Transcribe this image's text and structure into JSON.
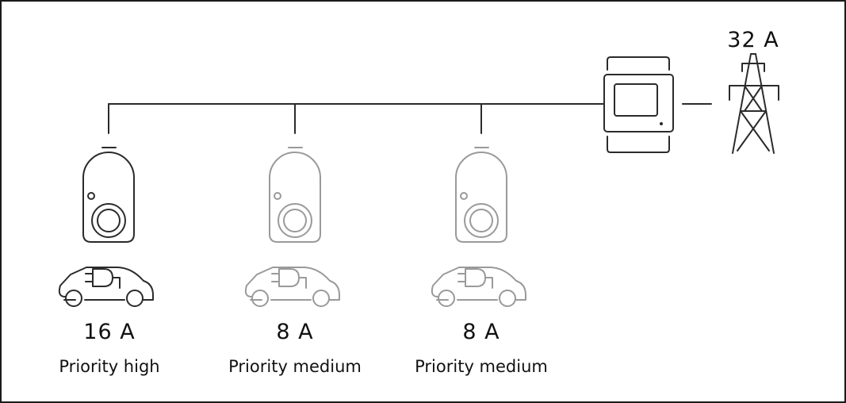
{
  "grid": {
    "current_label": "32 A",
    "icon": "power-pylon-icon"
  },
  "meter": {
    "icon": "energy-meter-icon"
  },
  "chargers": [
    {
      "current": "16 A",
      "priority": "Priority high",
      "state": "active",
      "icon": "wallbox-icon",
      "car_icon": "electric-car-icon"
    },
    {
      "current": "8 A",
      "priority": "Priority medium",
      "state": "inactive",
      "icon": "wallbox-icon",
      "car_icon": "electric-car-icon"
    },
    {
      "current": "8 A",
      "priority": "Priority medium",
      "state": "inactive",
      "icon": "wallbox-icon",
      "car_icon": "electric-car-icon"
    }
  ],
  "colors": {
    "active": "#2b2b2b",
    "inactive": "#9a9a9a"
  }
}
